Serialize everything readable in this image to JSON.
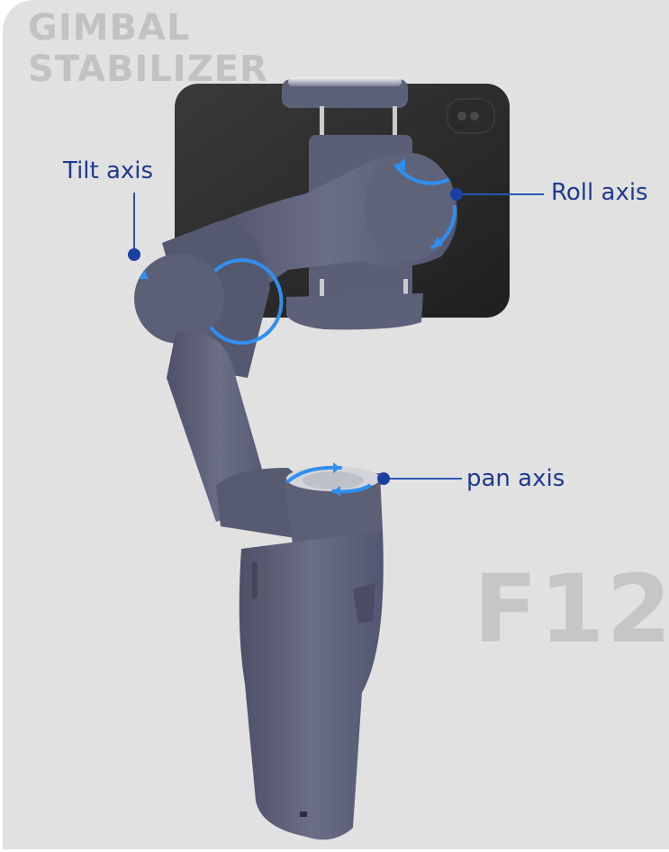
{
  "headline": {
    "line1": "GIMBAL",
    "line2": "STABILIZER"
  },
  "model_name": "F12",
  "callouts": [
    {
      "label": "Tilt axis",
      "target": "tilt-motor"
    },
    {
      "label": "Roll axis",
      "target": "roll-motor"
    },
    {
      "label": "pan axis",
      "target": "pan-motor"
    }
  ],
  "colors": {
    "background": "#e1e1e1",
    "callout_text": "#1f3a8f",
    "callout_line": "#2a56b8",
    "rotation_arrow": "#2f8ff0",
    "gimbal_body": "#5e6279",
    "phone": "#2a2a2a",
    "watermark_text": "#c2c2c2"
  }
}
